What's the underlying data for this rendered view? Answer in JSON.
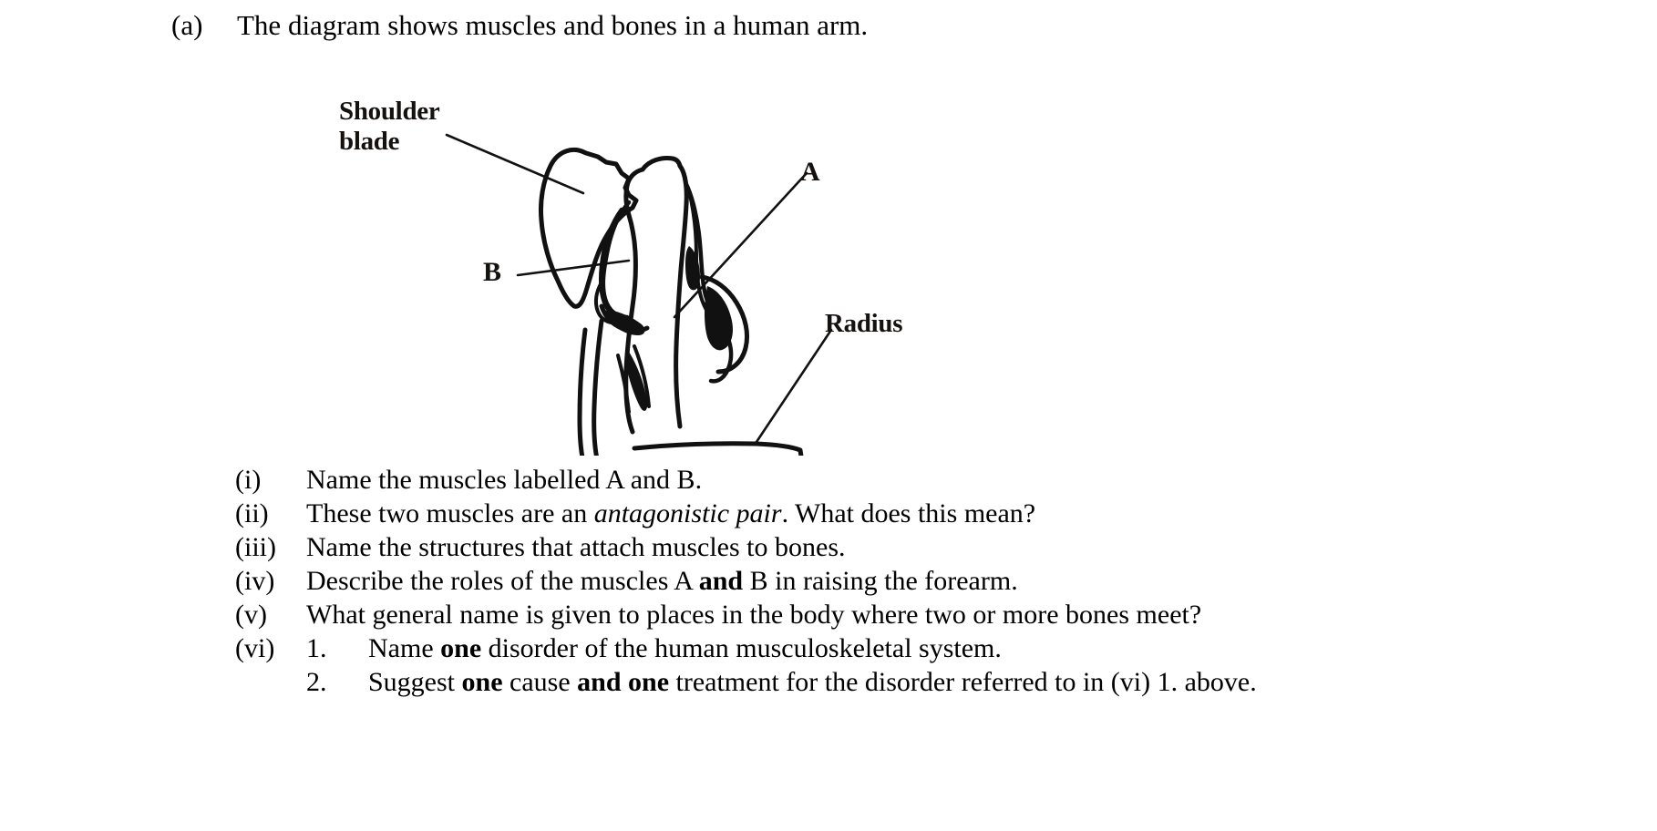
{
  "part": {
    "label": "(a)",
    "text": "The diagram shows muscles and bones in a human arm."
  },
  "figure": {
    "name": "human-arm-muscles-bones-diagram",
    "labels": {
      "shoulder_line1": "Shoulder",
      "shoulder_line2": "blade",
      "a": "A",
      "b": "B",
      "radius": "Radius"
    }
  },
  "questions": [
    {
      "num": "(i)",
      "parts": [
        {
          "text": "Name the muscles labelled A and B.",
          "style": "normal"
        }
      ]
    },
    {
      "num": "(ii)",
      "parts": [
        {
          "text": "These two muscles are an ",
          "style": "normal"
        },
        {
          "text": "antagonistic pair",
          "style": "italic"
        },
        {
          "text": ". What does this mean?",
          "style": "normal"
        }
      ]
    },
    {
      "num": "(iii)",
      "parts": [
        {
          "text": "Name the structures that attach muscles to bones.",
          "style": "normal"
        }
      ]
    },
    {
      "num": "(iv)",
      "parts": [
        {
          "text": "Describe the roles of the muscles A ",
          "style": "normal"
        },
        {
          "text": "and",
          "style": "bold"
        },
        {
          "text": " B in raising the forearm.",
          "style": "normal"
        }
      ]
    },
    {
      "num": "(v)",
      "parts": [
        {
          "text": "What general name is given to places in the body where two or more bones meet?",
          "style": "normal"
        }
      ]
    },
    {
      "num": "(vi)",
      "sub": "1.",
      "parts": [
        {
          "text": "Name ",
          "style": "normal"
        },
        {
          "text": "one",
          "style": "bold"
        },
        {
          "text": " disorder of the human musculoskeletal system.",
          "style": "normal"
        }
      ]
    },
    {
      "num": "",
      "sub": "2.",
      "indent": true,
      "parts": [
        {
          "text": "Suggest ",
          "style": "normal"
        },
        {
          "text": "one",
          "style": "bold"
        },
        {
          "text": " cause ",
          "style": "normal"
        },
        {
          "text": "and one",
          "style": "bold"
        },
        {
          "text": " treatment for the disorder referred to in (vi) 1. above.",
          "style": "normal"
        }
      ]
    }
  ],
  "colors": {
    "text": "#000000",
    "label": "#14110f",
    "background": "#ffffff",
    "ink": "#111111"
  }
}
